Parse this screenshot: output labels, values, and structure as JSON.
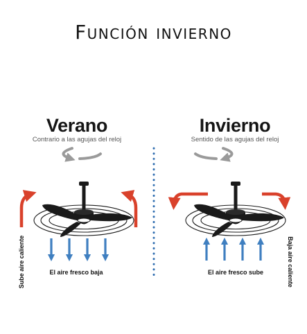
{
  "title": "Función invierno",
  "summer": {
    "title": "Verano",
    "rotation": "Contrario a las agujas del reloj",
    "caption": "El aire fresco baja",
    "side_label": "Sube aire caliente"
  },
  "winter": {
    "title": "Invierno",
    "rotation": "Sentido de las agujas del reloj",
    "caption": "El aire fresco sube",
    "side_label": "Baja aire caliente"
  },
  "colors": {
    "hot": "#d9412b",
    "cool": "#3f7fc0",
    "divider": "#2f6db0",
    "rotation": "#9a9a9a",
    "fan": "#1a1a1a"
  }
}
